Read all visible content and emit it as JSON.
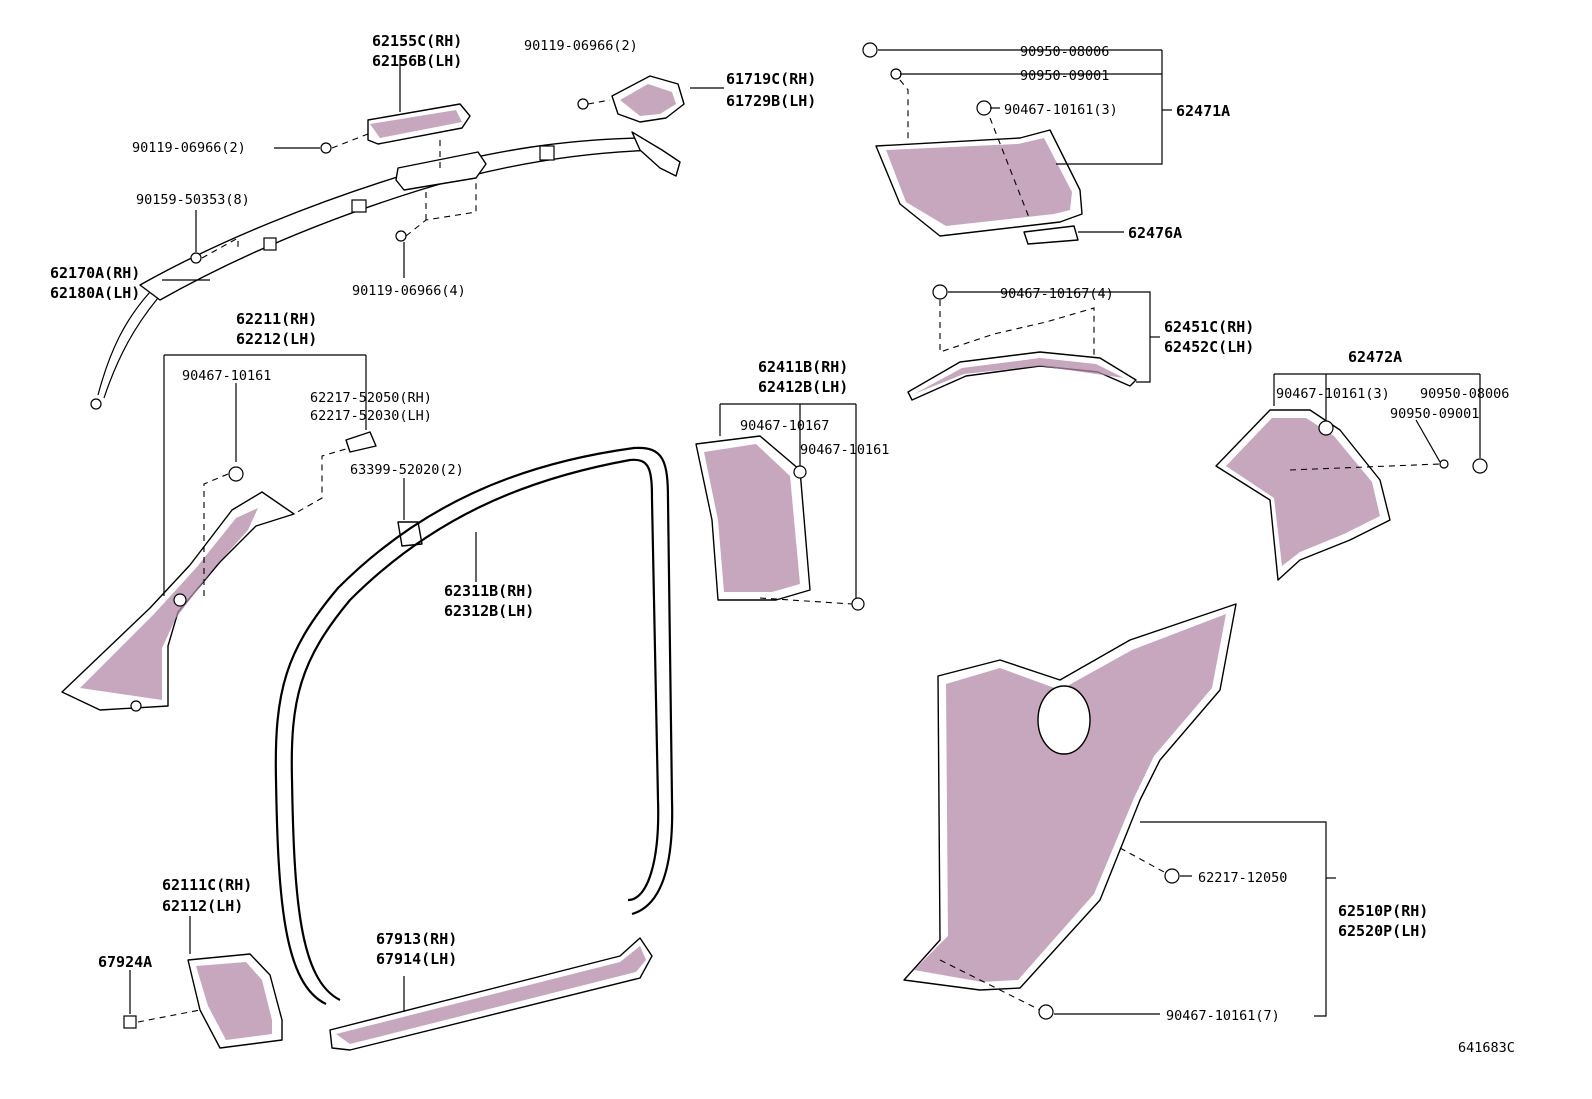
{
  "colors": {
    "part_shade": "#b48aa8",
    "line": "#000000",
    "background": "#ffffff"
  },
  "labels": {
    "p62155C": "62155C(RH)",
    "p62156B": "62156B(LH)",
    "p90119_06966_top": "90119-06966(2)",
    "p61719C": "61719C(RH)",
    "p61729B": "61729B(LH)",
    "p90119_06966_left": "90119-06966(2)",
    "p90159_50353": "90159-50353(8)",
    "p62170A": "62170A(RH)",
    "p62180A": "62180A(LH)",
    "p90119_06966_4": "90119-06966(4)",
    "p62211": "62211(RH)",
    "p62212": "62212(LH)",
    "p90467_10161_a": "90467-10161",
    "p62217_52050": "62217-52050(RH)",
    "p62217_52030": "62217-52030(LH)",
    "p63399_52020": "63399-52020(2)",
    "p62311B": "62311B(RH)",
    "p62312B": "62312B(LH)",
    "p62111C": "62111C(RH)",
    "p62112": "62112(LH)",
    "p67924A": "67924A",
    "p67913": "67913(RH)",
    "p67914": "67914(LH)",
    "p62411B": "62411B(RH)",
    "p62412B": "62412B(LH)",
    "p90467_10167_b": "90467-10167",
    "p90467_10161_b": "90467-10161",
    "p90950_08006_a": "90950-08006",
    "p90950_09001_a": "90950-09001",
    "p90467_10161_3a": "90467-10161(3)",
    "p62471A": "62471A",
    "p62476A": "62476A",
    "p90467_10167_4": "90467-10167(4)",
    "p62451C": "62451C(RH)",
    "p62452C": "62452C(LH)",
    "p62472A": "62472A",
    "p90467_10161_3b": "90467-10161(3)",
    "p90950_08006_b": "90950-08006",
    "p90950_09001_b": "90950-09001",
    "p62217_12050": "62217-12050",
    "p62510P": "62510P(RH)",
    "p62520P": "62520P(LH)",
    "p90467_10161_7": "90467-10161(7)",
    "diagram_code": "641683C"
  }
}
